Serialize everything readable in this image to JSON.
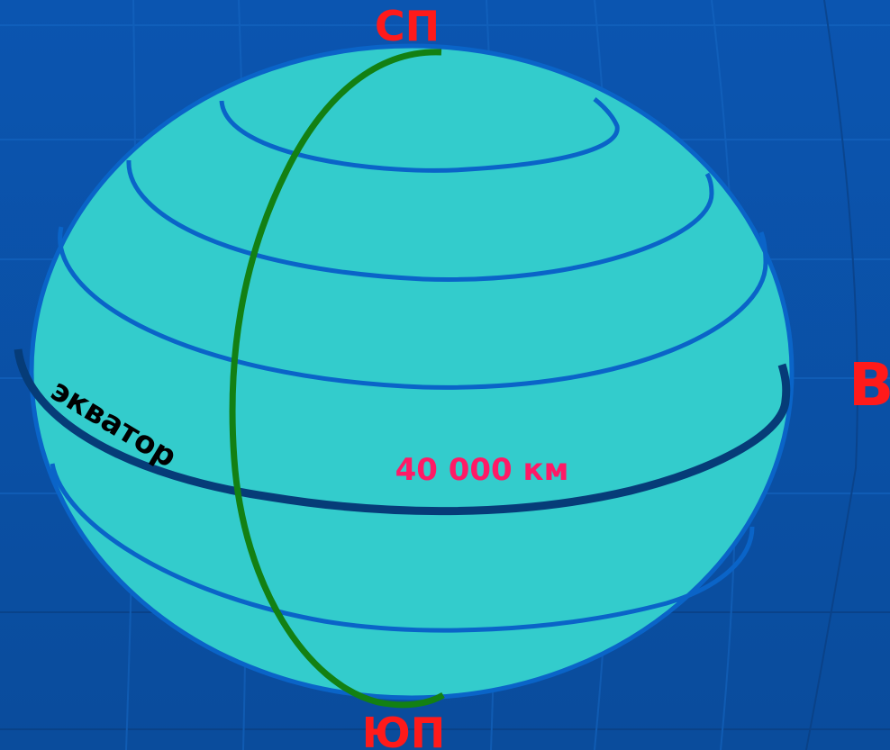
{
  "labels": {
    "north_pole": "СП",
    "south_pole": "ЮП",
    "east": "В",
    "equator": "экватор",
    "equator_length": "40 000 км"
  },
  "colors": {
    "background": "#0a4ea6",
    "globe_fill": "#33cccc",
    "globe_outline": "#0a64c8",
    "parallels": "#0a64c8",
    "equator": "#063c78",
    "meridian": "#138013",
    "pole_labels": "#ff1a1a",
    "length_label": "#ff1a66",
    "equator_label": "#000000"
  }
}
